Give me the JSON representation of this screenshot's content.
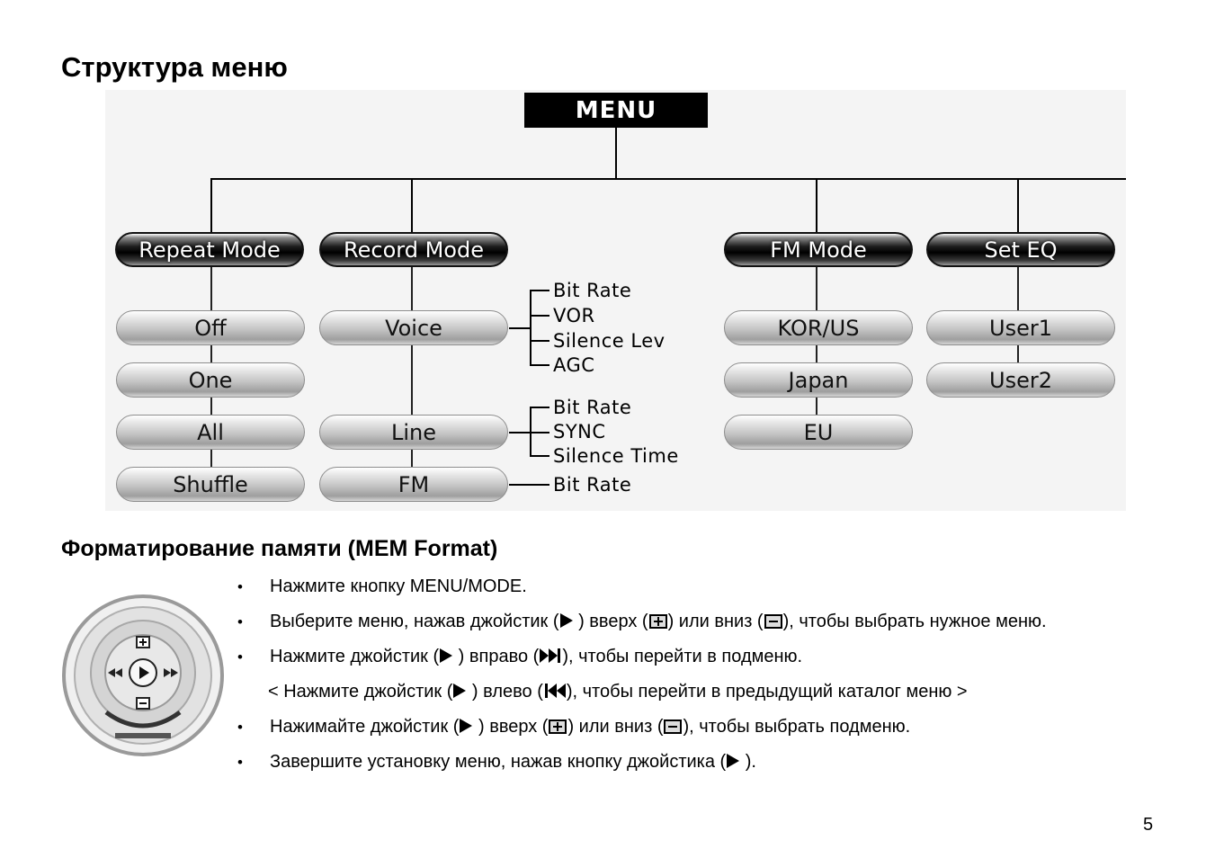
{
  "title": "Структура меню",
  "diagram": {
    "root": "MENU",
    "categories": [
      "Repeat Mode",
      "Record Mode",
      "FM Mode",
      "Set EQ"
    ],
    "repeat_items": [
      "Off",
      "One",
      "All",
      "Shuffle"
    ],
    "record_items": [
      "Voice",
      "Line",
      "FM"
    ],
    "voice_sub": [
      "Bit Rate",
      "VOR",
      "Silence Lev",
      "AGC"
    ],
    "line_sub": [
      "Bit Rate",
      "SYNC",
      "Silence Time"
    ],
    "fm_sub": [
      "Bit Rate"
    ],
    "fm_items": [
      "KOR/US",
      "Japan",
      "EU"
    ],
    "eq_items": [
      "User1",
      "User2"
    ]
  },
  "section2": {
    "heading": "Форматирование памяти (MEM Format)",
    "bullet_char": "•",
    "b1": "Нажмите кнопку MENU/MODE.",
    "b2_a": "Выберите меню, нажав джойстик (",
    "b2_b": " ) вверх (",
    "b2_c": ") или вниз (",
    "b2_d": "), чтобы выбрать нужное меню.",
    "b3_a": "Нажмите джойстик (",
    "b3_b": " ) вправо (",
    "b3_c": "), чтобы перейти в подменю.",
    "b4_a": "< Нажмите джойстик (",
    "b4_b": " ) влево (",
    "b4_c": "), чтобы перейти в предыдущий каталог меню >",
    "b5_a": "Нажимайте джойстик (",
    "b5_b": " ) вверх (",
    "b5_c": ") или вниз (",
    "b5_d": "), чтобы выбрать подменю.",
    "b6_a": "Завершите установку меню, нажав кнопку джойстика (",
    "b6_b": " )."
  },
  "page_number": "5"
}
